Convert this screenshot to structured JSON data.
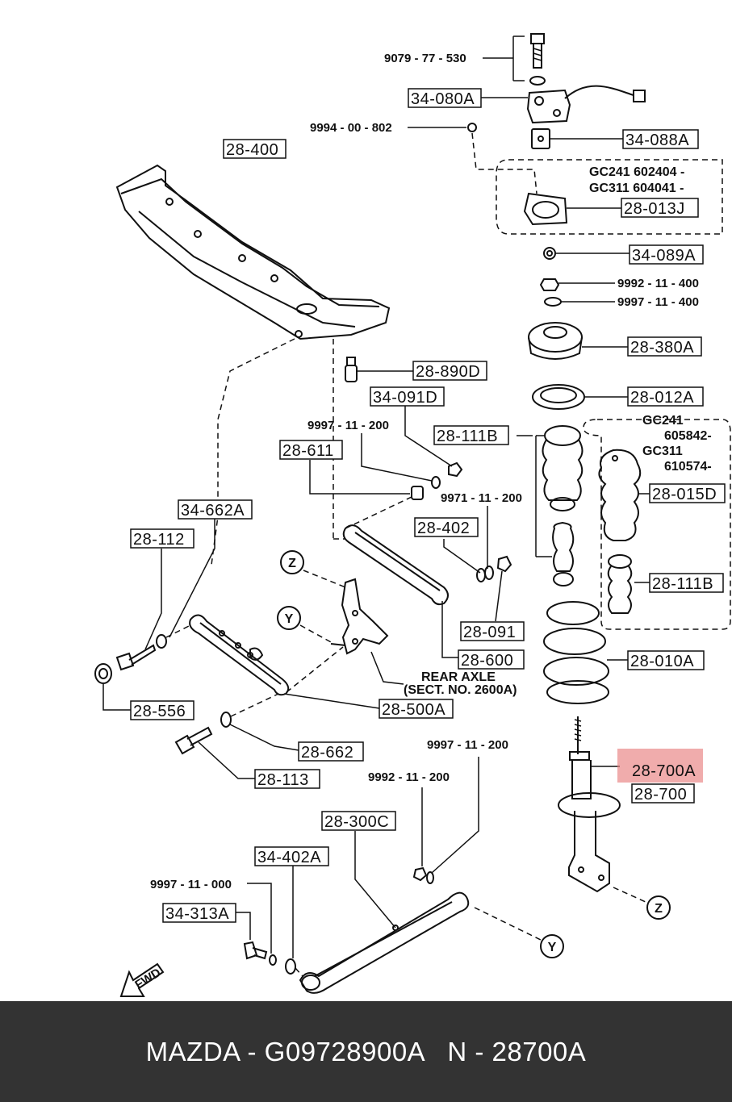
{
  "diagram": {
    "labels": {
      "l_34080a": "34-080A",
      "l_34088a": "34-088A",
      "l_28400": "28-400",
      "l_28013j": "28-013J",
      "l_34089a": "34-089A",
      "l_28380a": "28-380A",
      "l_28890d": "28-890D",
      "l_28012a": "28-012A",
      "l_34091d": "34-091D",
      "l_28111b_a": "28-111B",
      "l_28611": "28-611",
      "l_28015d": "28-015D",
      "l_34662a": "34-662A",
      "l_28402": "28-402",
      "l_28112": "28-112",
      "l_28111b_b": "28-111B",
      "l_28091": "28-091",
      "l_28010a": "28-010A",
      "l_28600": "28-600",
      "l_28556": "28-556",
      "l_28500a": "28-500A",
      "l_28662": "28-662",
      "l_28700a": "28-700A",
      "l_28113": "28-113",
      "l_28700": "28-700",
      "l_28300c": "28-300C",
      "l_34402a": "34-402A",
      "l_34313a": "34-313A"
    },
    "part_numbers": {
      "p_9079": "9079 - 77 - 530",
      "p_9994": "9994 - 00 - 802",
      "p_9992_400": "9992 - 11 - 400",
      "p_9997_400": "9997 - 11 - 400",
      "p_9997_200_a": "9997 - 11 - 200",
      "p_9971": "9971 - 11 - 200",
      "p_9997_200_b": "9997 - 11 - 200",
      "p_9992_200": "9992 - 11 - 200",
      "p_9997_000": "9997 - 11 - 000"
    },
    "notes": {
      "gc_top_1": "GC241 602404 -",
      "gc_top_2": "GC311 604041 -",
      "gc_mid_1": "GC241",
      "gc_mid_2": "605842-",
      "gc_mid_3": "GC311",
      "gc_mid_4": "610574-",
      "rear_axle_1": "REAR AXLE",
      "rear_axle_2": "(SECT. NO. 2600A)",
      "fwd": "FWD"
    },
    "callouts": {
      "z_top": "Z",
      "y_left": "Y",
      "z_bottom": "Z",
      "y_bottom": "Y"
    },
    "highlight_color": "#e88080"
  },
  "footer": {
    "text": "MAZDA - G09728900A   N - 28700A",
    "background": "#333333",
    "color": "#ffffff"
  }
}
